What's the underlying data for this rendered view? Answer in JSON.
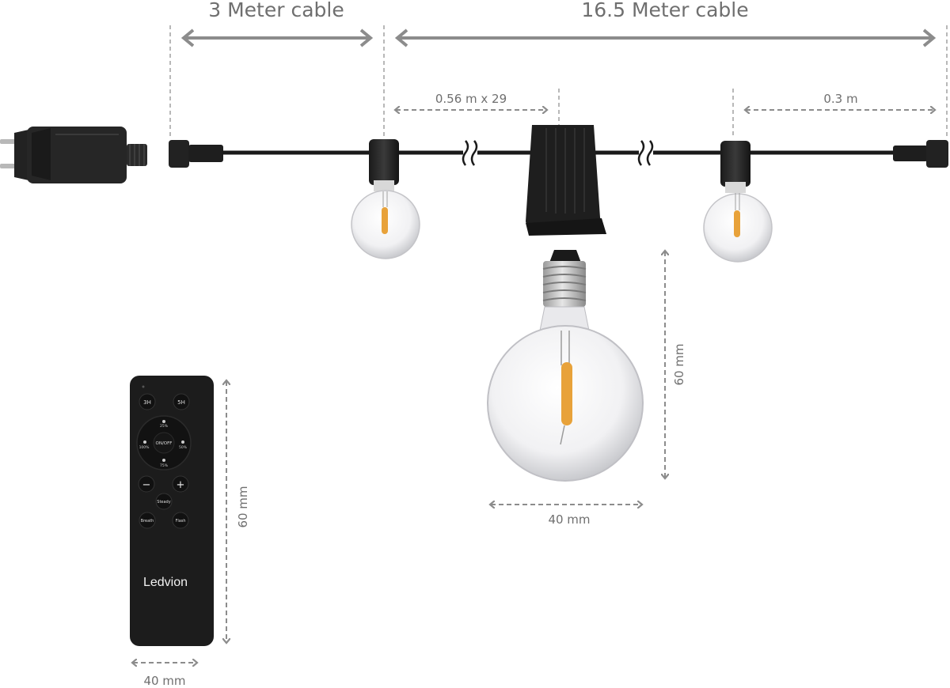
{
  "dimensions": {
    "cable_3m": "3 Meter cable",
    "cable_16_5m": "16.5 Meter cable",
    "spacing": "0.56 m x 29",
    "end_segment": "0.3 m",
    "bulb_height": "60 mm",
    "bulb_width": "40 mm",
    "remote_height": "60 mm",
    "remote_width": "40 mm"
  },
  "remote": {
    "brand": "Ledvion",
    "timer_3h": "3H",
    "timer_5h": "5H",
    "on_off": "ON/OFF",
    "bright_25": "25%",
    "bright_50": "50%",
    "bright_75": "75%",
    "bright_100": "100%",
    "minus": "−",
    "plus": "+",
    "steady": "Steady",
    "breath": "Breath",
    "flash": "Flash"
  },
  "colors": {
    "dimension_lines": "#8c8c8c",
    "cable": "#1a1a1a",
    "filament": "#e8a23a",
    "remote_body": "#1c1c1c"
  }
}
